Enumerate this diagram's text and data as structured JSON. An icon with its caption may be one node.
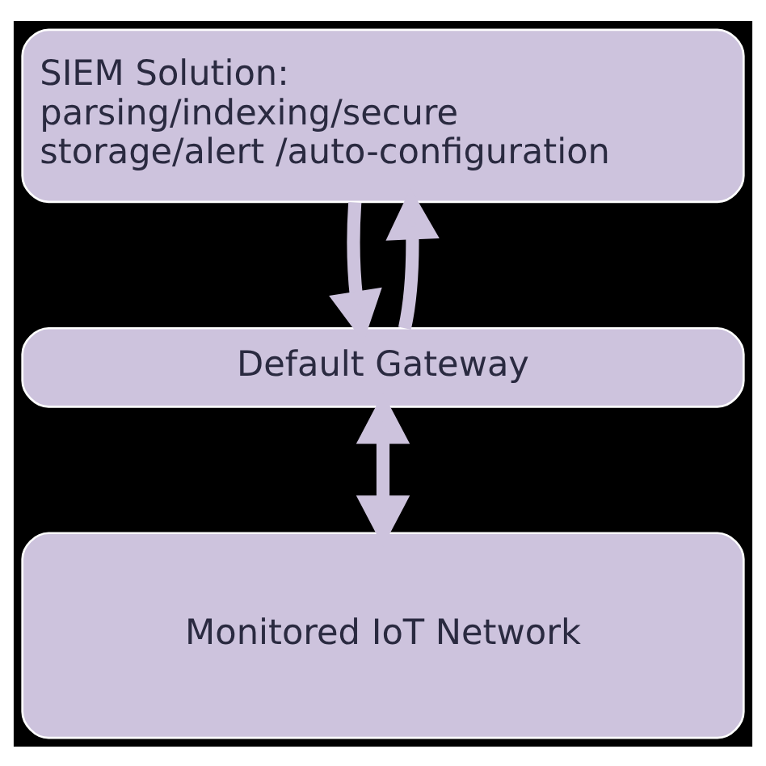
{
  "diagram": {
    "nodes": [
      {
        "text": [
          "SIEM Solution: parsing/indexing/secure storage/alert /auto-configuration"
        ]
      },
      {
        "text": [
          "Default Gateway"
        ]
      },
      {
        "text": [
          "Monitored IoT Network"
        ]
      }
    ],
    "edges": [
      {
        "from": 0,
        "to": 1,
        "arrow": "to"
      },
      {
        "from": 1,
        "to": 0,
        "arrow": "to"
      },
      {
        "from": 1,
        "to": 2,
        "arrow": "both"
      }
    ]
  }
}
